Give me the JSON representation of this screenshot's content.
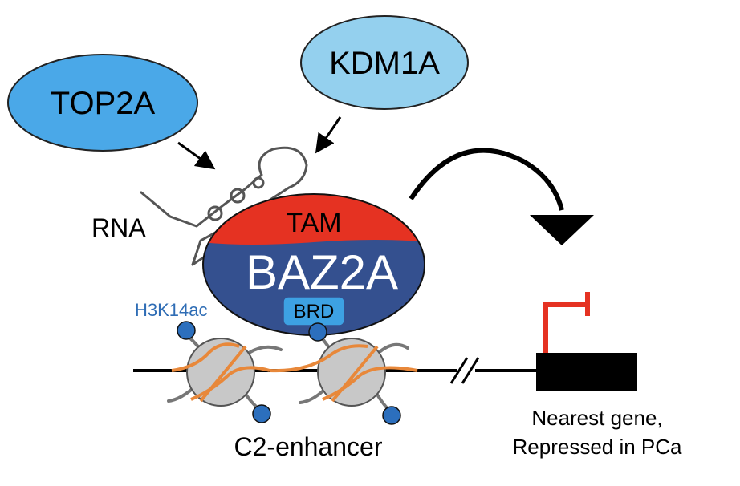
{
  "labels": {
    "top2a": "TOP2A",
    "kdm1a": "KDM1A",
    "rna": "RNA",
    "tam": "TAM",
    "baz2a": "BAZ2A",
    "brd": "BRD",
    "h3k14ac": "H3K14ac",
    "enhancer": "C2-enhancer",
    "gene_line1": "Nearest gene,",
    "gene_line2": "Repressed in PCa"
  },
  "colors": {
    "top2a": "#4aa8e8",
    "kdm1a": "#94d0ee",
    "tam": "#e53222",
    "baz2a": "#34508f",
    "brd": "#3da1e3",
    "acetyl": "#2c6fbd",
    "h3k14ac_text": "#2f6db5",
    "nucleosome": "#c8c8c8",
    "dna_wrap": "#e8883a",
    "promoter_arrow": "#e53222",
    "gene_box": "#000000"
  }
}
